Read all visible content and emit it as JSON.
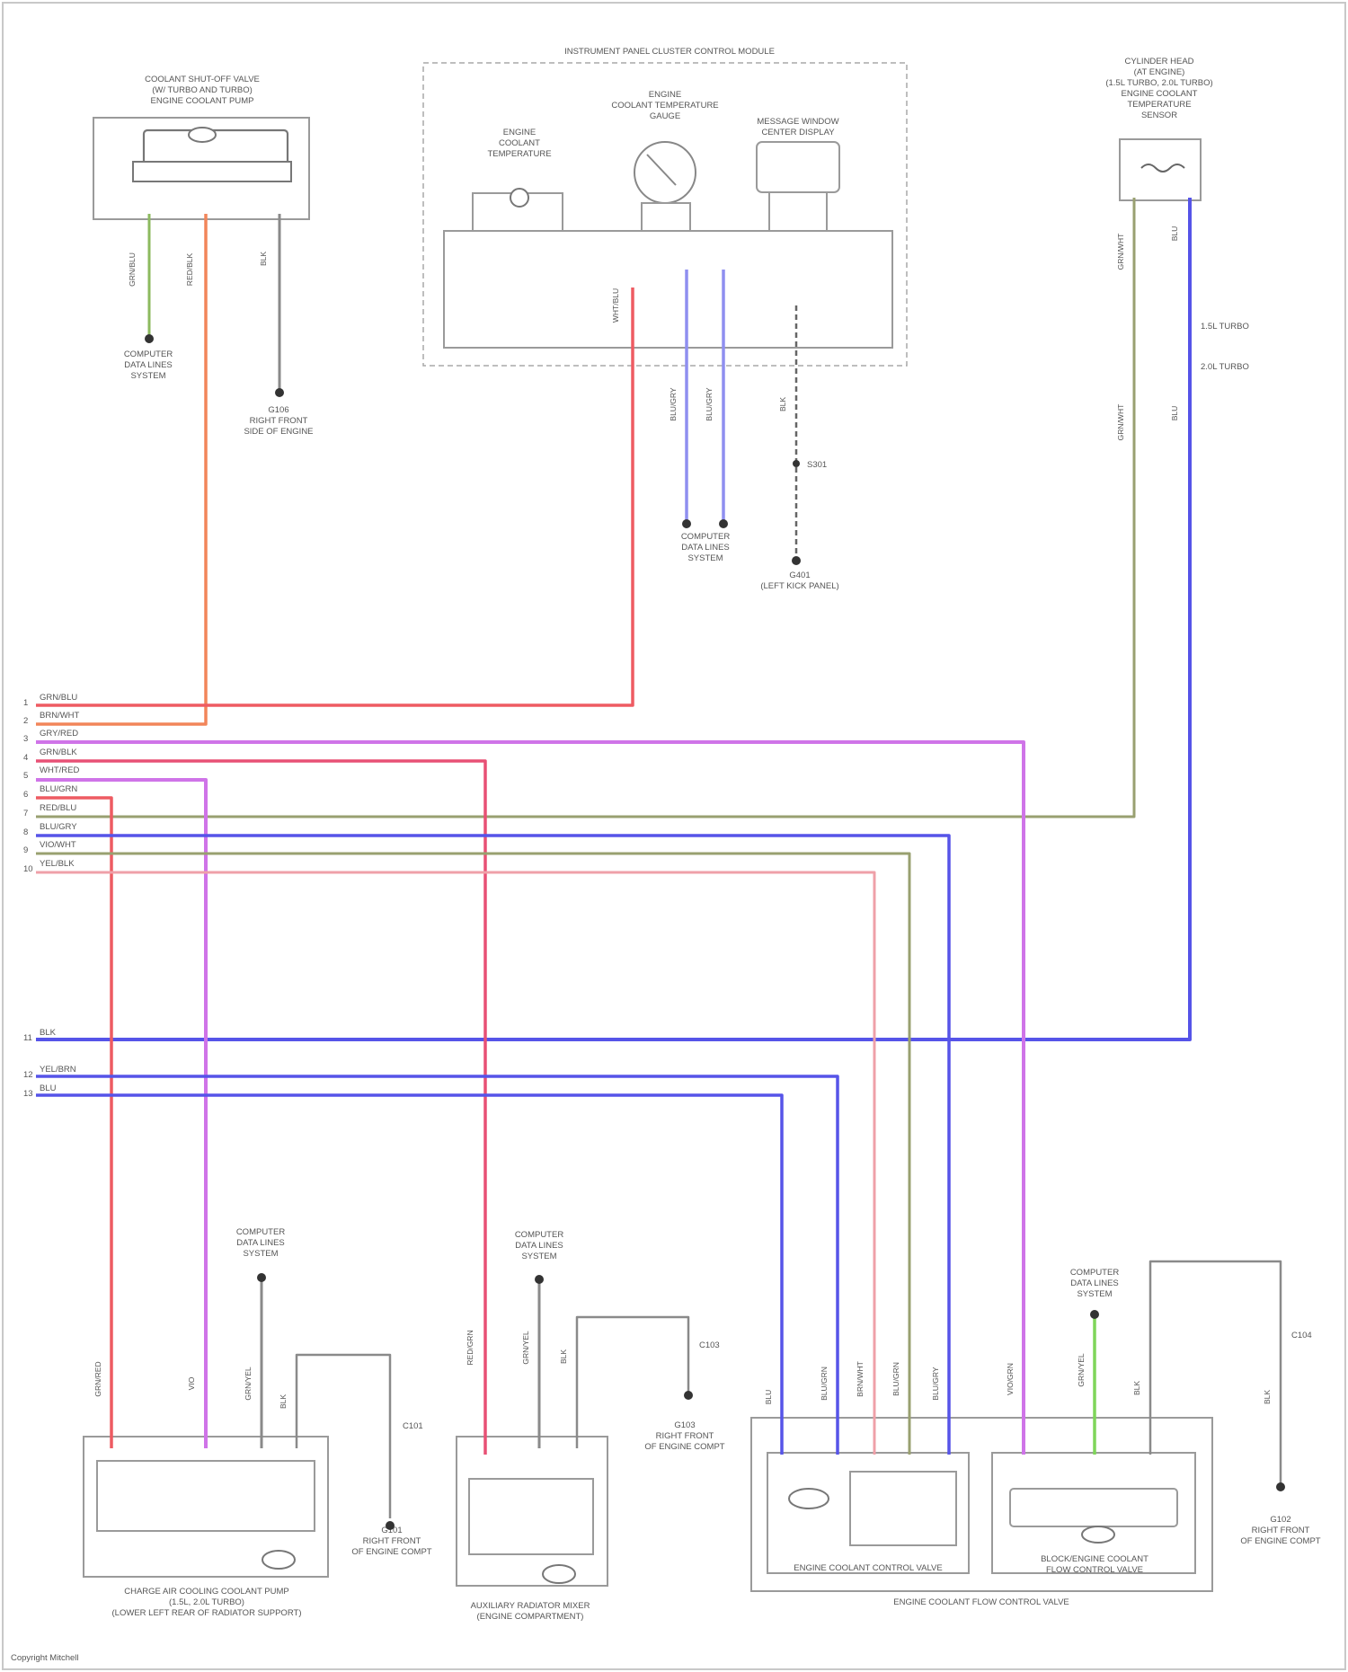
{
  "components": {
    "ccv_sensor": {
      "title_lines": [
        "COOLANT SHUT-OFF VALVE",
        "(W/ TURBO AND TURBO)",
        "ENGINE COOLANT PUMP"
      ]
    },
    "ipc": {
      "title": "INSTRUMENT PANEL CLUSTER CONTROL MODULE",
      "ect_label_lines": [
        "ENGINE",
        "COOLANT",
        "TEMPERATURE"
      ],
      "gauge_label_lines": [
        "ENGINE",
        "COOLANT TEMPERATURE",
        "GAUGE"
      ],
      "display_label_lines": [
        "MESSAGE WINDOW",
        "CENTER DISPLAY"
      ]
    },
    "right_sensor": {
      "title_lines": [
        "CYLINDER HEAD",
        "(AT ENGINE)",
        "(1.5L TURBO, 2.0L TURBO)",
        "ENGINE COOLANT",
        "TEMPERATURE",
        "SENSOR"
      ]
    },
    "pump": {
      "title_lines": [
        "CHARGE AIR COOLING COOLANT PUMP",
        "(1.5L, 2.0L TURBO)",
        "(LOWER LEFT REAR OF RADIATOR SUPPORT)"
      ]
    },
    "aux_pump": {
      "title_lines": [
        "AUXILIARY RADIATOR MIXER",
        "(ENGINE COMPARTMENT)"
      ]
    },
    "valve_assy": {
      "title": "ENGINE COOLANT FLOW CONTROL VALVE",
      "left_label": "ENGINE COOLANT CONTROL VALVE",
      "right_label_lines": [
        "BLOCK/ENGINE COOLANT",
        "FLOW CONTROL VALVE"
      ]
    }
  },
  "ground_labels": {
    "g1_lines": [
      "COMPUTER",
      "DATA LINES",
      "SYSTEM"
    ],
    "g2_lines": [
      "G106",
      "RIGHT FRONT",
      "SIDE OF ENGINE"
    ],
    "g3_lines": [
      "COMPUTER",
      "DATA LINES",
      "SYSTEM"
    ],
    "g4_lines": [
      "G401",
      "(LEFT KICK PANEL)"
    ],
    "g5_lines": [
      "COMPUTER",
      "DATA LINES",
      "SYSTEM"
    ],
    "g6_lines": [
      "G101",
      "RIGHT FRONT",
      "OF ENGINE COMPT"
    ],
    "g7_lines": [
      "COMPUTER",
      "DATA LINES",
      "SYSTEM"
    ],
    "g8_lines": [
      "G103",
      "RIGHT FRONT",
      "OF ENGINE COMPT"
    ],
    "g9_lines": [
      "COMPUTER",
      "DATA LINES",
      "SYSTEM"
    ],
    "g10_lines": [
      "G102",
      "RIGHT FRONT",
      "OF ENGINE COMPT"
    ],
    "splice_a": "S301",
    "splice_b": "C101",
    "splice_c": "C104",
    "splice_d": "C103"
  },
  "right_notes": {
    "n1": "1.5L TURBO",
    "n2": "2.0L TURBO"
  },
  "ecm": {
    "pins": [
      "1",
      "2",
      "3",
      "4",
      "5",
      "6",
      "7",
      "8",
      "9",
      "10",
      "11",
      "12",
      "13"
    ],
    "wire_labels": [
      "GRN/BLU",
      "BRN/WHT",
      "GRY/RED",
      "GRN/BLK",
      "WHT/RED",
      "BLU/GRN",
      "RED/BLU",
      "BLU/GRY",
      "VIO/WHT",
      "YEL/BLK",
      "BLK",
      "YEL/BRN",
      "BLU"
    ]
  },
  "wire_codes": {
    "w1": "GRN/BLU",
    "w2": "RED/BLK",
    "w3": "BLK",
    "w4": "WHT/BLU",
    "w5": "BLU/GRY",
    "w6": "BLU/GRY",
    "w7": "BLK",
    "w8": "GRN/WHT",
    "w9": "BLU",
    "w10": "GRN/WHT",
    "w11": "BLU",
    "w12": "GRN/RED",
    "w13": "VIO",
    "w14": "GRN/YEL",
    "w15": "BLK",
    "w16": "RED/GRN",
    "w17": "GRN/YEL",
    "w18": "BLK",
    "w19": "BLU",
    "w20": "BLU/GRN",
    "w21": "BRN/WHT",
    "w22": "BLU/GRN",
    "w23": "BLU/GRY",
    "w24": "VIO/GRN",
    "w25": "GRN/YEL",
    "w26": "BLK",
    "w27": "BLK"
  },
  "footer": "Copyright Mitchell"
}
